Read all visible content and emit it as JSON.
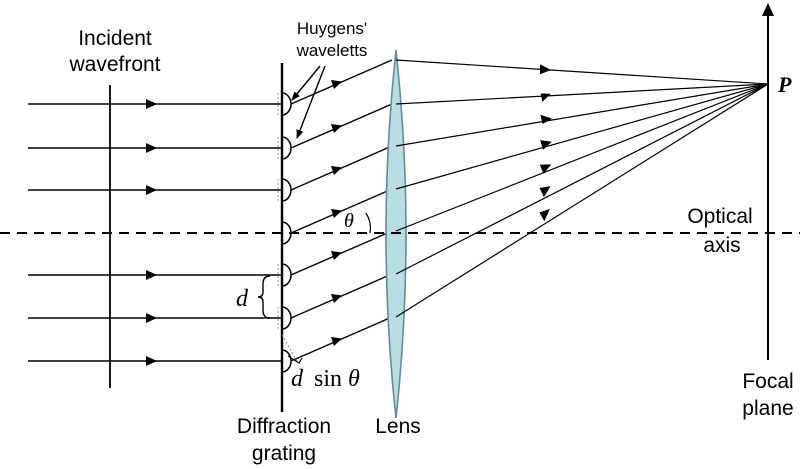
{
  "labels": {
    "incident_line1": "Incident",
    "incident_line2": "wavefront",
    "huygens_line1": "Huygens'",
    "huygens_line2": "waveletts",
    "optical_line1": "Optical",
    "optical_line2": "axis",
    "focal_line1": "Focal",
    "focal_line2": "plane",
    "grating_line1": "Diffraction",
    "grating_line2": "grating",
    "lens": "Lens",
    "point": "P",
    "d": "d",
    "d_sin_d": "d",
    "d_sin_fn": "sin",
    "d_sin_theta": "θ",
    "theta": "θ"
  },
  "colors": {
    "lens_fill": "#b9dde3",
    "lens_stroke": "#5f8f98",
    "line": "#000000"
  }
}
